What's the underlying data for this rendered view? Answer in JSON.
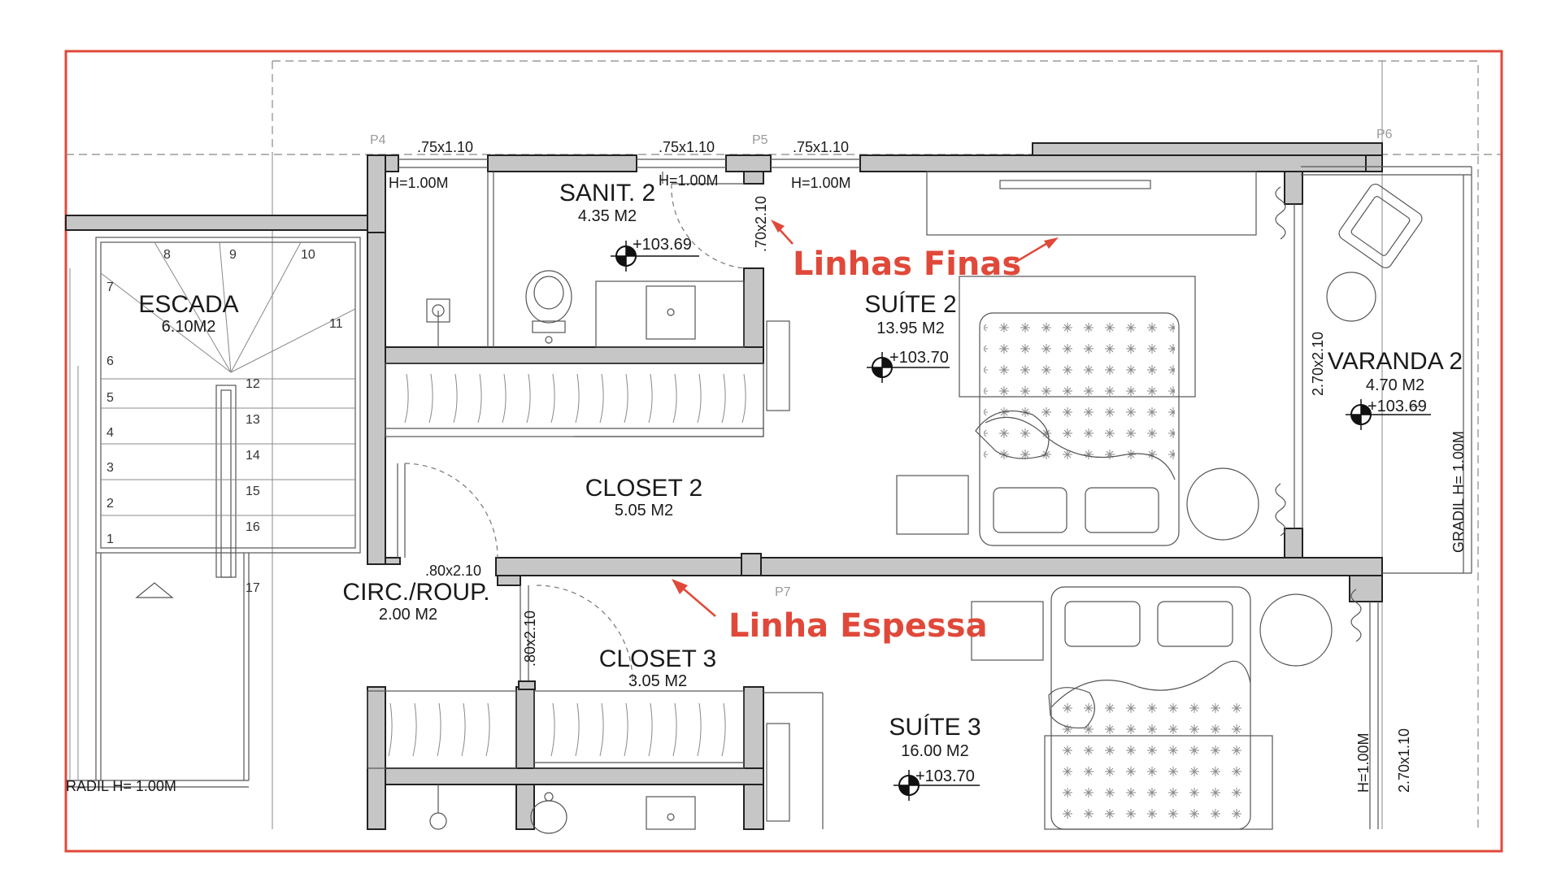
{
  "rooms": {
    "escada": {
      "name": "ESCADA",
      "area": "6.10M2"
    },
    "sanit2": {
      "name": "SANIT. 2",
      "area": "4.35 M2",
      "level": "+103.69"
    },
    "suite2": {
      "name": "SUÍTE 2",
      "area": "13.95 M2",
      "level": "+103.70"
    },
    "varanda2": {
      "name": "VARANDA 2",
      "area": "4.70 M2",
      "level": "+103.69"
    },
    "closet2": {
      "name": "CLOSET 2",
      "area": "5.05 M2"
    },
    "circ": {
      "name": "CIRC./ROUP.",
      "area": "2.00 M2"
    },
    "closet3": {
      "name": "CLOSET 3",
      "area": "3.05 M2"
    },
    "suite3": {
      "name": "SUÍTE 3",
      "area": "16.00 M2",
      "level": "+103.70"
    }
  },
  "dimensions": {
    "window_a": ".75x1.10",
    "window_b": ".75x1.10",
    "window_c": ".75x1.10",
    "sill_a": "H=1.00M",
    "sill_b": "H=1.00M",
    "sill_c": "H=1.00M",
    "door_sanit": ".70x2.10",
    "door_varanda": "2.70x2.10",
    "door_circ": ".80x2.10",
    "door_closet3": ".80x2.10",
    "gradil_right": "GRADIL H= 1.00M",
    "gradil_left": "RADIL H= 1.00M",
    "sill_bottom": "H=1.00M",
    "window_bottom": "2.70x1.10"
  },
  "pillars": {
    "p4": "P4",
    "p5": "P5",
    "p6": "P6",
    "p7": "P7"
  },
  "stair_steps": [
    "1",
    "2",
    "3",
    "4",
    "5",
    "6",
    "7",
    "8",
    "9",
    "10",
    "11",
    "12",
    "13",
    "14",
    "15",
    "16",
    "17"
  ],
  "annotations": {
    "thin_lines": "Linhas Finas",
    "thick_line": "Linha Espessa"
  },
  "colors": {
    "frame": "#e0493a",
    "annotation": "#e0493a",
    "wall_fill": "#c6c6c6"
  }
}
